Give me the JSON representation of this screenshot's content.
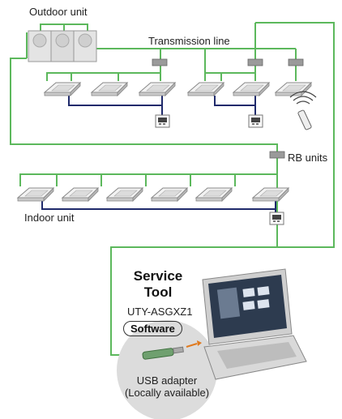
{
  "labels": {
    "outdoor_unit": "Outdoor unit",
    "transmission_line": "Transmission line",
    "rb_units": "RB units",
    "indoor_unit": "Indoor unit",
    "service_tool_line1": "Service",
    "service_tool_line2": "Tool",
    "model": "UTY-ASGXZ1",
    "software": "Software",
    "usb_adapter_line1": "USB adapter",
    "usb_adapter_line2": "(Locally available)"
  },
  "colors": {
    "transmission_line": "#5cb85c",
    "refrigerant_line": "#1f2a6b",
    "rb_unit": "#9a9a9a",
    "bubble": "#dcdcdc"
  },
  "icons": [
    "outdoor-unit-icon",
    "indoor-cassette-icon",
    "wired-remote-icon",
    "wireless-remote-icon",
    "laptop-icon",
    "usb-adapter-icon"
  ]
}
